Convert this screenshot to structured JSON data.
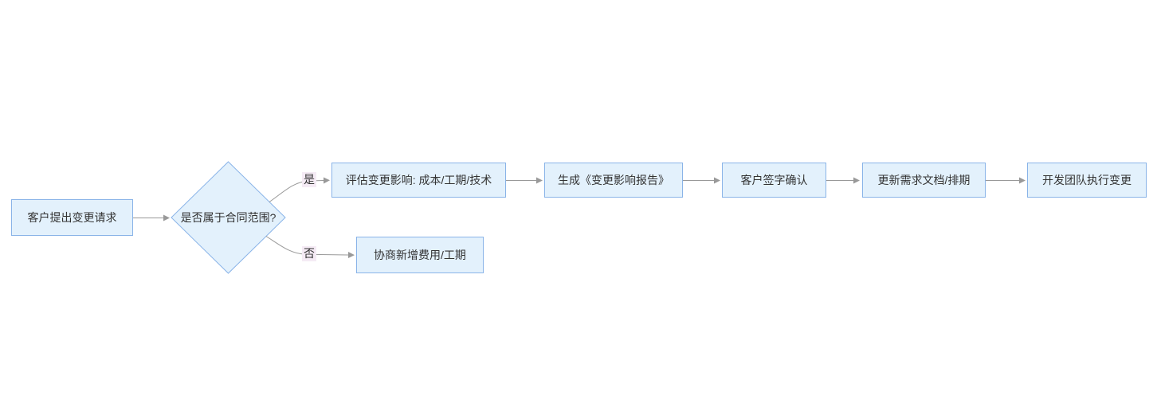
{
  "diagram": {
    "type": "flowchart",
    "direction": "left-to-right",
    "nodes": [
      {
        "id": "start",
        "shape": "rect",
        "label": "客户提出变更请求"
      },
      {
        "id": "decision",
        "shape": "diamond",
        "label": "是否属于合同范围?"
      },
      {
        "id": "assess",
        "shape": "rect",
        "label": "评估变更影响: 成本/工期/技术"
      },
      {
        "id": "report",
        "shape": "rect",
        "label": "生成《变更影响报告》"
      },
      {
        "id": "sign",
        "shape": "rect",
        "label": "客户签字确认"
      },
      {
        "id": "update",
        "shape": "rect",
        "label": "更新需求文档/排期"
      },
      {
        "id": "execute",
        "shape": "rect",
        "label": "开发团队执行变更"
      },
      {
        "id": "negotiate",
        "shape": "rect",
        "label": "协商新增费用/工期"
      }
    ],
    "edges": [
      {
        "from": "start",
        "to": "decision",
        "label": ""
      },
      {
        "from": "decision",
        "to": "assess",
        "label": "是"
      },
      {
        "from": "decision",
        "to": "negotiate",
        "label": "否"
      },
      {
        "from": "assess",
        "to": "report",
        "label": ""
      },
      {
        "from": "report",
        "to": "sign",
        "label": ""
      },
      {
        "from": "sign",
        "to": "update",
        "label": ""
      },
      {
        "from": "update",
        "to": "execute",
        "label": ""
      }
    ],
    "colors": {
      "background": "#ffffff",
      "node_fill": "#e3f1fc",
      "node_border": "#8ab4e8",
      "edge": "#999999",
      "edge_label_bg": "#f5ebf5",
      "text": "#333333"
    }
  }
}
